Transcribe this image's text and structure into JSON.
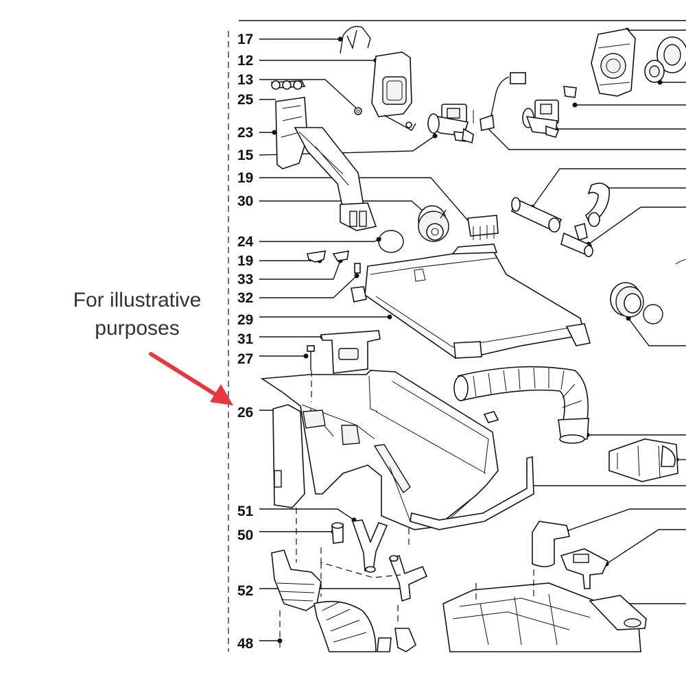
{
  "note": {
    "line1": "For illustrative",
    "line2": "purposes",
    "arrow_color": "#e8383d"
  },
  "callouts": [
    "17",
    "12",
    "13",
    "25",
    "23",
    "15",
    "19",
    "30",
    "24",
    "19",
    "33",
    "32",
    "29",
    "31",
    "27",
    "26",
    "51",
    "50",
    "52",
    "48"
  ]
}
